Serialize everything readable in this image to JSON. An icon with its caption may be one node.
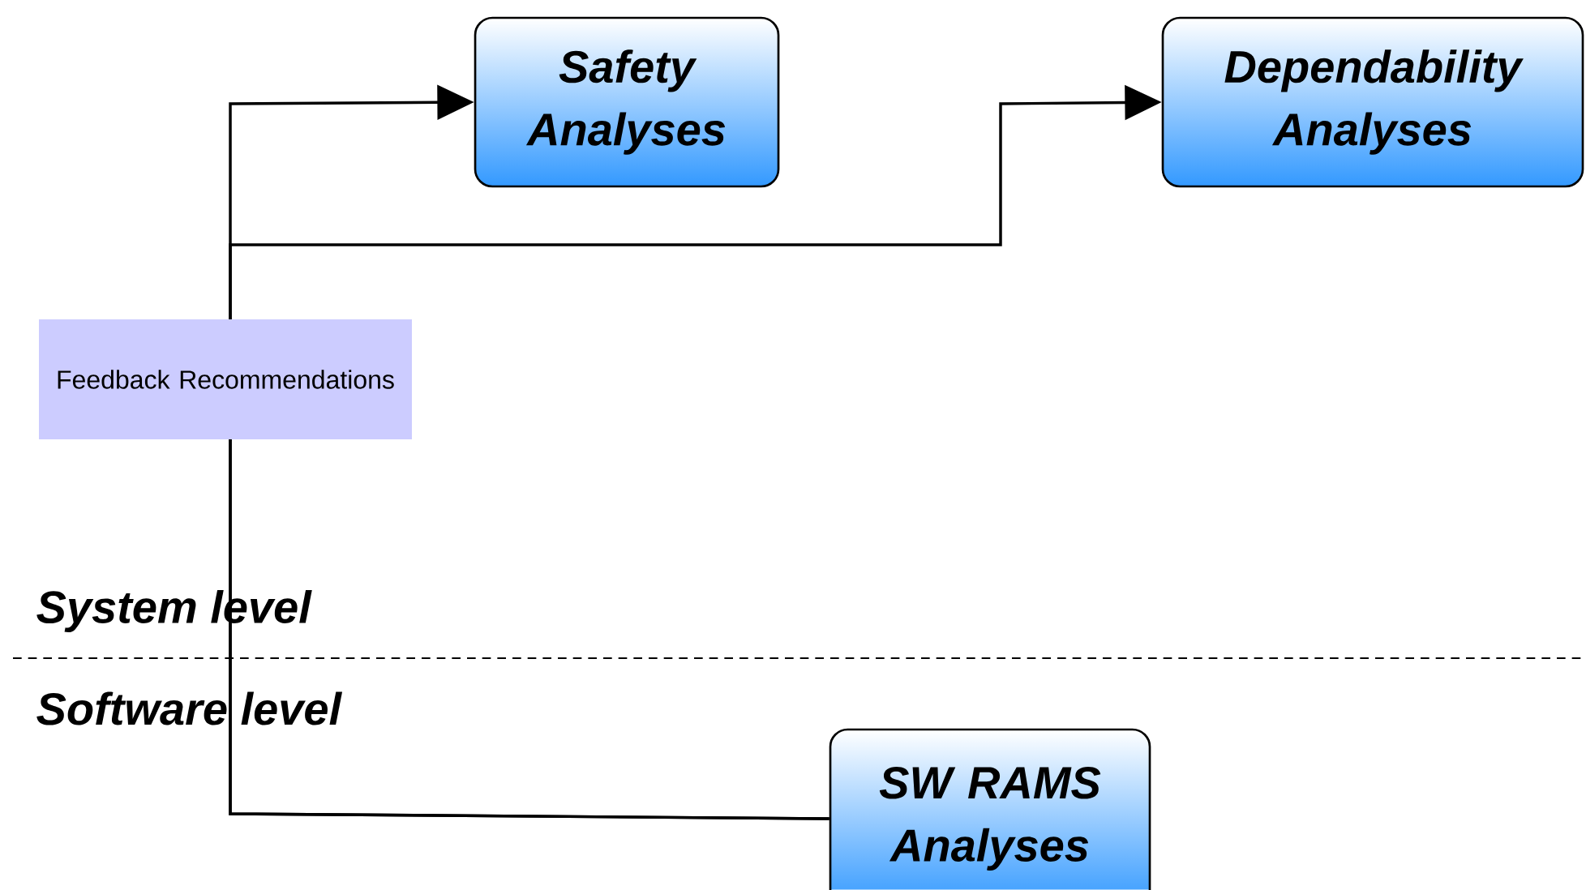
{
  "diagram": {
    "nodes": [
      {
        "text": [
          "Safety Analyses"
        ]
      },
      {
        "text": [
          "Dependability Analyses"
        ]
      },
      {
        "text": [
          "SW RAMS Analyses"
        ]
      }
    ],
    "edges": [
      {
        "from": 2,
        "to": 0,
        "arrow": "to",
        "label": "Feedback Recommendations"
      },
      {
        "from": 2,
        "to": 1,
        "arrow": "to"
      }
    ],
    "labels": [
      "System level",
      "Software level"
    ]
  }
}
